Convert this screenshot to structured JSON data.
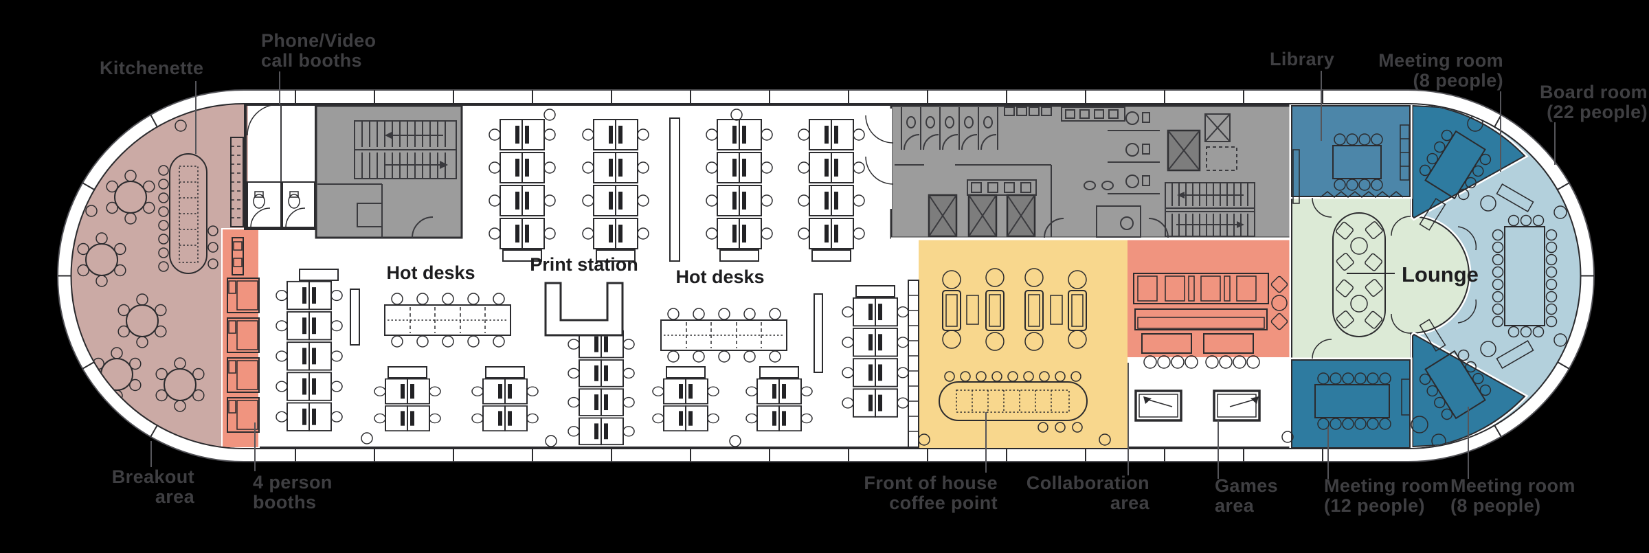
{
  "colors": {
    "background": "#000000",
    "label": "#3f3f42",
    "leader": "#55555a",
    "floor": "#ffffff",
    "wall": "#2a2a2d",
    "breakout_rose": "#cbaaa5",
    "booth_salmon": "#f0947f",
    "coffee_yellow": "#f8d78d",
    "collaboration_salmon": "#f0947f",
    "core_gray": "#9c9c9c",
    "elevator_gray": "#7d7d7d",
    "toilet_tan": "#ac9d88",
    "library_blue": "#4c86a9",
    "meeting_teal": "#2e7ba0",
    "board_lightblue": "#b3d0dc",
    "lounge_green": "#dcead6"
  },
  "labels": {
    "kitchenette": {
      "text": "Kitchenette"
    },
    "phone": {
      "line1": "Phone/Video",
      "line2": "call booths"
    },
    "library": {
      "text": "Library"
    },
    "meeting_top": {
      "line1": "Meeting room",
      "line2": "(8 people)"
    },
    "board": {
      "line1": "Board room",
      "line2": "(22 people)"
    },
    "breakout": {
      "line1": "Breakout",
      "line2": "area"
    },
    "booths": {
      "line1": "4 person",
      "line2": "booths"
    },
    "front_of_house": {
      "line1": "Front of house",
      "line2": "coffee point"
    },
    "collaboration": {
      "line1": "Collaboration",
      "line2": "area"
    },
    "games": {
      "line1": "Games",
      "line2": "area"
    },
    "meeting_12": {
      "line1": "Meeting room",
      "line2": "(12 people)"
    },
    "meeting_8": {
      "line1": "Meeting room",
      "line2": "(8 people)"
    },
    "hot_desks_left": {
      "text": "Hot desks"
    },
    "print_station": {
      "text": "Print station"
    },
    "hot_desks_right": {
      "text": "Hot desks"
    },
    "lounge": {
      "text": "Lounge"
    }
  }
}
